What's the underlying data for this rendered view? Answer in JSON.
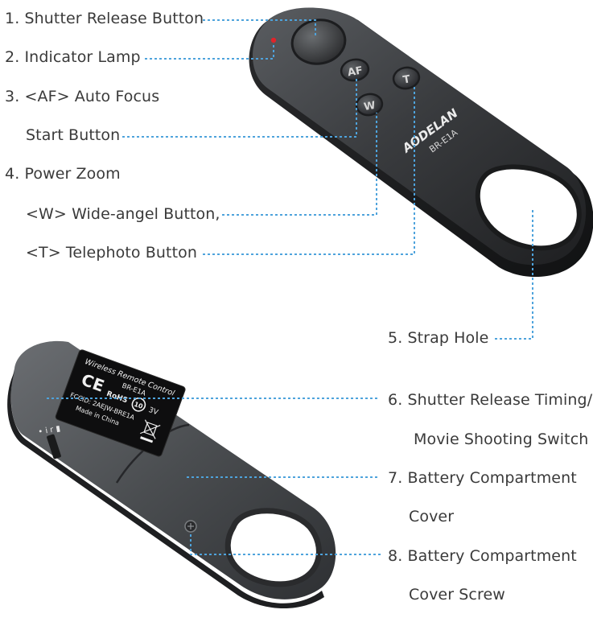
{
  "labels": {
    "shutter_release": "1. Shutter Release Button",
    "indicator_lamp": "2. Indicator Lamp",
    "af_line1": "3. <AF> Auto Focus",
    "af_line2": "Start Button",
    "zoom_line1": "4. Power Zoom",
    "zoom_line2": "<W> Wide-angel Button,",
    "zoom_line3": "<T> Telephoto Button",
    "strap_hole": "5. Strap Hole",
    "timing_line1": "6. Shutter Release Timing/",
    "timing_line2": "Movie Shooting Switch",
    "battery_cover_line1": "7. Battery Compartment",
    "battery_cover_line2": "Cover",
    "cover_screw_line1": "8. Battery Compartment",
    "cover_screw_line2": "Cover Screw"
  },
  "device_front": {
    "brand": "AODELAN",
    "model": "BR-E1A",
    "af_button": "AF",
    "w_button": "W",
    "t_button": "T"
  },
  "device_back": {
    "sticker_title": "Wireless Remote Control",
    "sticker_model": "BR-E1A",
    "sticker_fcc": "FCCID: 2AEJW-BRE1A",
    "sticker_origin": "Made in China",
    "sticker_ce": "CE",
    "sticker_rohs": "RoHS",
    "sticker_voltage": "3V",
    "sticker_badge": "10"
  },
  "colors": {
    "leader_line": "#4ea3dc",
    "label_text": "#3a3a3a",
    "device_body": "#3b3d40",
    "indicator_lamp": "#e0242a"
  }
}
